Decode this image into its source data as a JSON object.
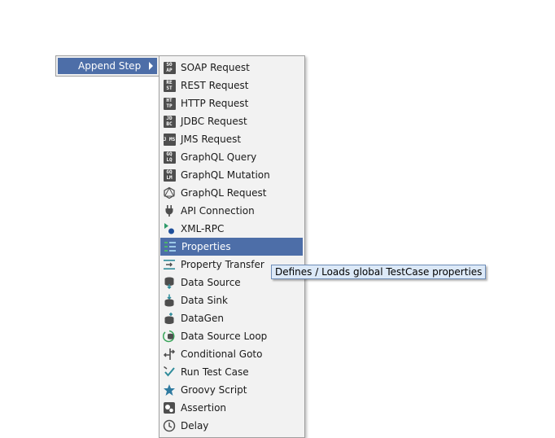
{
  "parent_menu": {
    "label": "Append Step"
  },
  "submenu": {
    "items": [
      {
        "label": "SOAP Request",
        "icon": "soap-request-icon",
        "badge": "SO AP"
      },
      {
        "label": "REST Request",
        "icon": "rest-request-icon",
        "badge": "RE ST"
      },
      {
        "label": "HTTP Request",
        "icon": "http-request-icon",
        "badge": "HT TP"
      },
      {
        "label": "JDBC Request",
        "icon": "jdbc-request-icon",
        "badge": "JD BC"
      },
      {
        "label": "JMS Request",
        "icon": "jms-request-icon",
        "badge": "J MS"
      },
      {
        "label": "GraphQL Query",
        "icon": "graphql-query-icon",
        "badge": "GQ LQ"
      },
      {
        "label": "GraphQL Mutation",
        "icon": "graphql-mutation-icon",
        "badge": "GQ LM"
      },
      {
        "label": "GraphQL Request",
        "icon": "graphql-request-icon"
      },
      {
        "label": "API Connection",
        "icon": "plug-icon"
      },
      {
        "label": "XML-RPC",
        "icon": "xml-rpc-icon"
      },
      {
        "label": "Properties",
        "icon": "properties-icon",
        "selected": true
      },
      {
        "label": "Property Transfer",
        "icon": "property-transfer-icon"
      },
      {
        "label": "Data Source",
        "icon": "data-source-icon"
      },
      {
        "label": "Data Sink",
        "icon": "data-sink-icon"
      },
      {
        "label": "DataGen",
        "icon": "datagen-icon"
      },
      {
        "label": "Data Source Loop",
        "icon": "data-source-loop-icon"
      },
      {
        "label": "Conditional Goto",
        "icon": "conditional-goto-icon"
      },
      {
        "label": "Run Test Case",
        "icon": "run-test-case-icon"
      },
      {
        "label": "Groovy Script",
        "icon": "star-icon"
      },
      {
        "label": "Assertion",
        "icon": "assertion-icon"
      },
      {
        "label": "Delay",
        "icon": "clock-icon"
      }
    ]
  },
  "tooltip": {
    "text": "Defines / Loads global TestCase properties"
  },
  "colors": {
    "selection": "#4d6ea8",
    "menu_bg": "#f2f2f2",
    "tooltip_bg": "#dce9f8",
    "icon_dark": "#4e4e4e",
    "icon_teal": "#2e8b9a"
  }
}
